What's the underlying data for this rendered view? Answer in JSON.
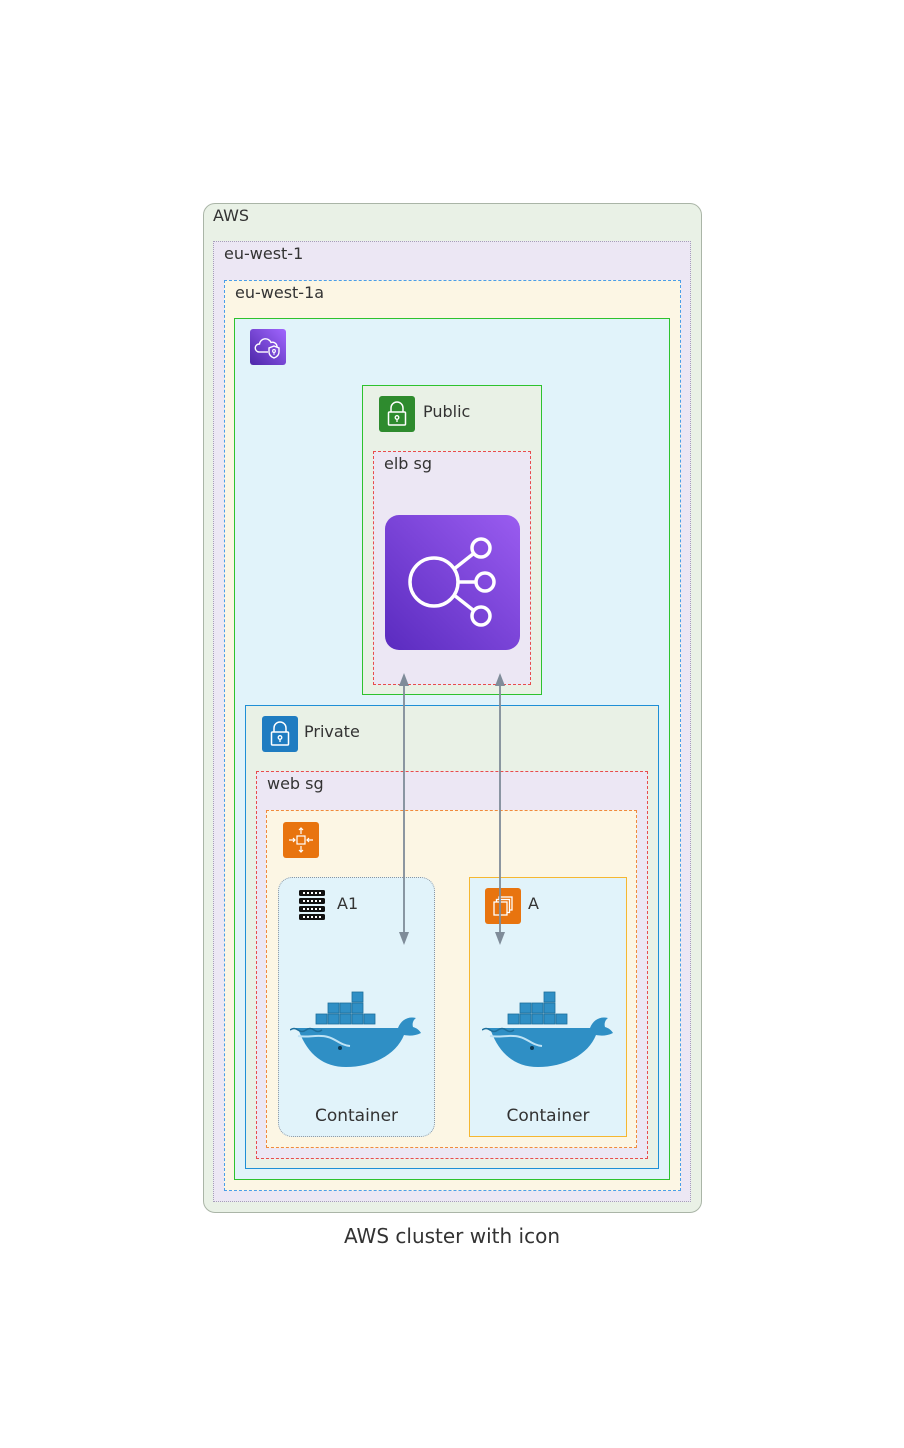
{
  "diagram": {
    "caption": "AWS cluster with icon",
    "clusters": {
      "aws": {
        "label": "AWS"
      },
      "region": {
        "label": "eu-west-1"
      },
      "az": {
        "label": "eu-west-1a"
      },
      "vpc": {
        "label": "",
        "icon": "vpc-icon"
      },
      "public_subnet": {
        "label": "Public",
        "icon": "public-subnet-lock-icon"
      },
      "elb_sg": {
        "label": "elb sg"
      },
      "private_subnet": {
        "label": "Private",
        "icon": "private-subnet-lock-icon"
      },
      "web_sg": {
        "label": "web sg"
      },
      "autoscaling": {
        "label": "",
        "icon": "auto-scaling-icon"
      },
      "a1": {
        "label": "A1",
        "icon": "server-rack-icon"
      },
      "a": {
        "label": "A",
        "icon": "ec2-instances-icon"
      }
    },
    "nodes": {
      "elb": {
        "label": "",
        "icon": "elastic-load-balancer-icon"
      },
      "container_a1": {
        "label": "Container",
        "icon": "docker-whale-icon"
      },
      "container_a": {
        "label": "Container",
        "icon": "docker-whale-icon"
      }
    },
    "edges": [
      {
        "from": "elb",
        "to": "container_a1",
        "direction": "both"
      },
      {
        "from": "elb",
        "to": "container_a",
        "direction": "both"
      }
    ],
    "colors": {
      "aws_fill": "#e9f1e6",
      "aws_border": "#aab5a7",
      "region_fill": "#ece7f4",
      "az_fill": "#fcf6e4",
      "az_border": "#4a9ee8",
      "vpc_fill": "#e1f3fa",
      "vpc_border": "#2ec22e",
      "subnet_fill": "#e9f1e6",
      "public_border": "#2ec22e",
      "private_border": "#1f8fd6",
      "sg_fill": "#ece7f4",
      "sg_border": "#e84c4c",
      "asg_fill": "#fcf6e4",
      "asg_border": "#f08a3c",
      "a_border": "#f5b731",
      "edge": "#7f8c99",
      "elb_purple": "#7a3ee0",
      "public_green": "#2e8b2e",
      "private_blue": "#1f7cc1",
      "asg_orange": "#e8740f",
      "docker_blue": "#2f8fc5"
    }
  }
}
